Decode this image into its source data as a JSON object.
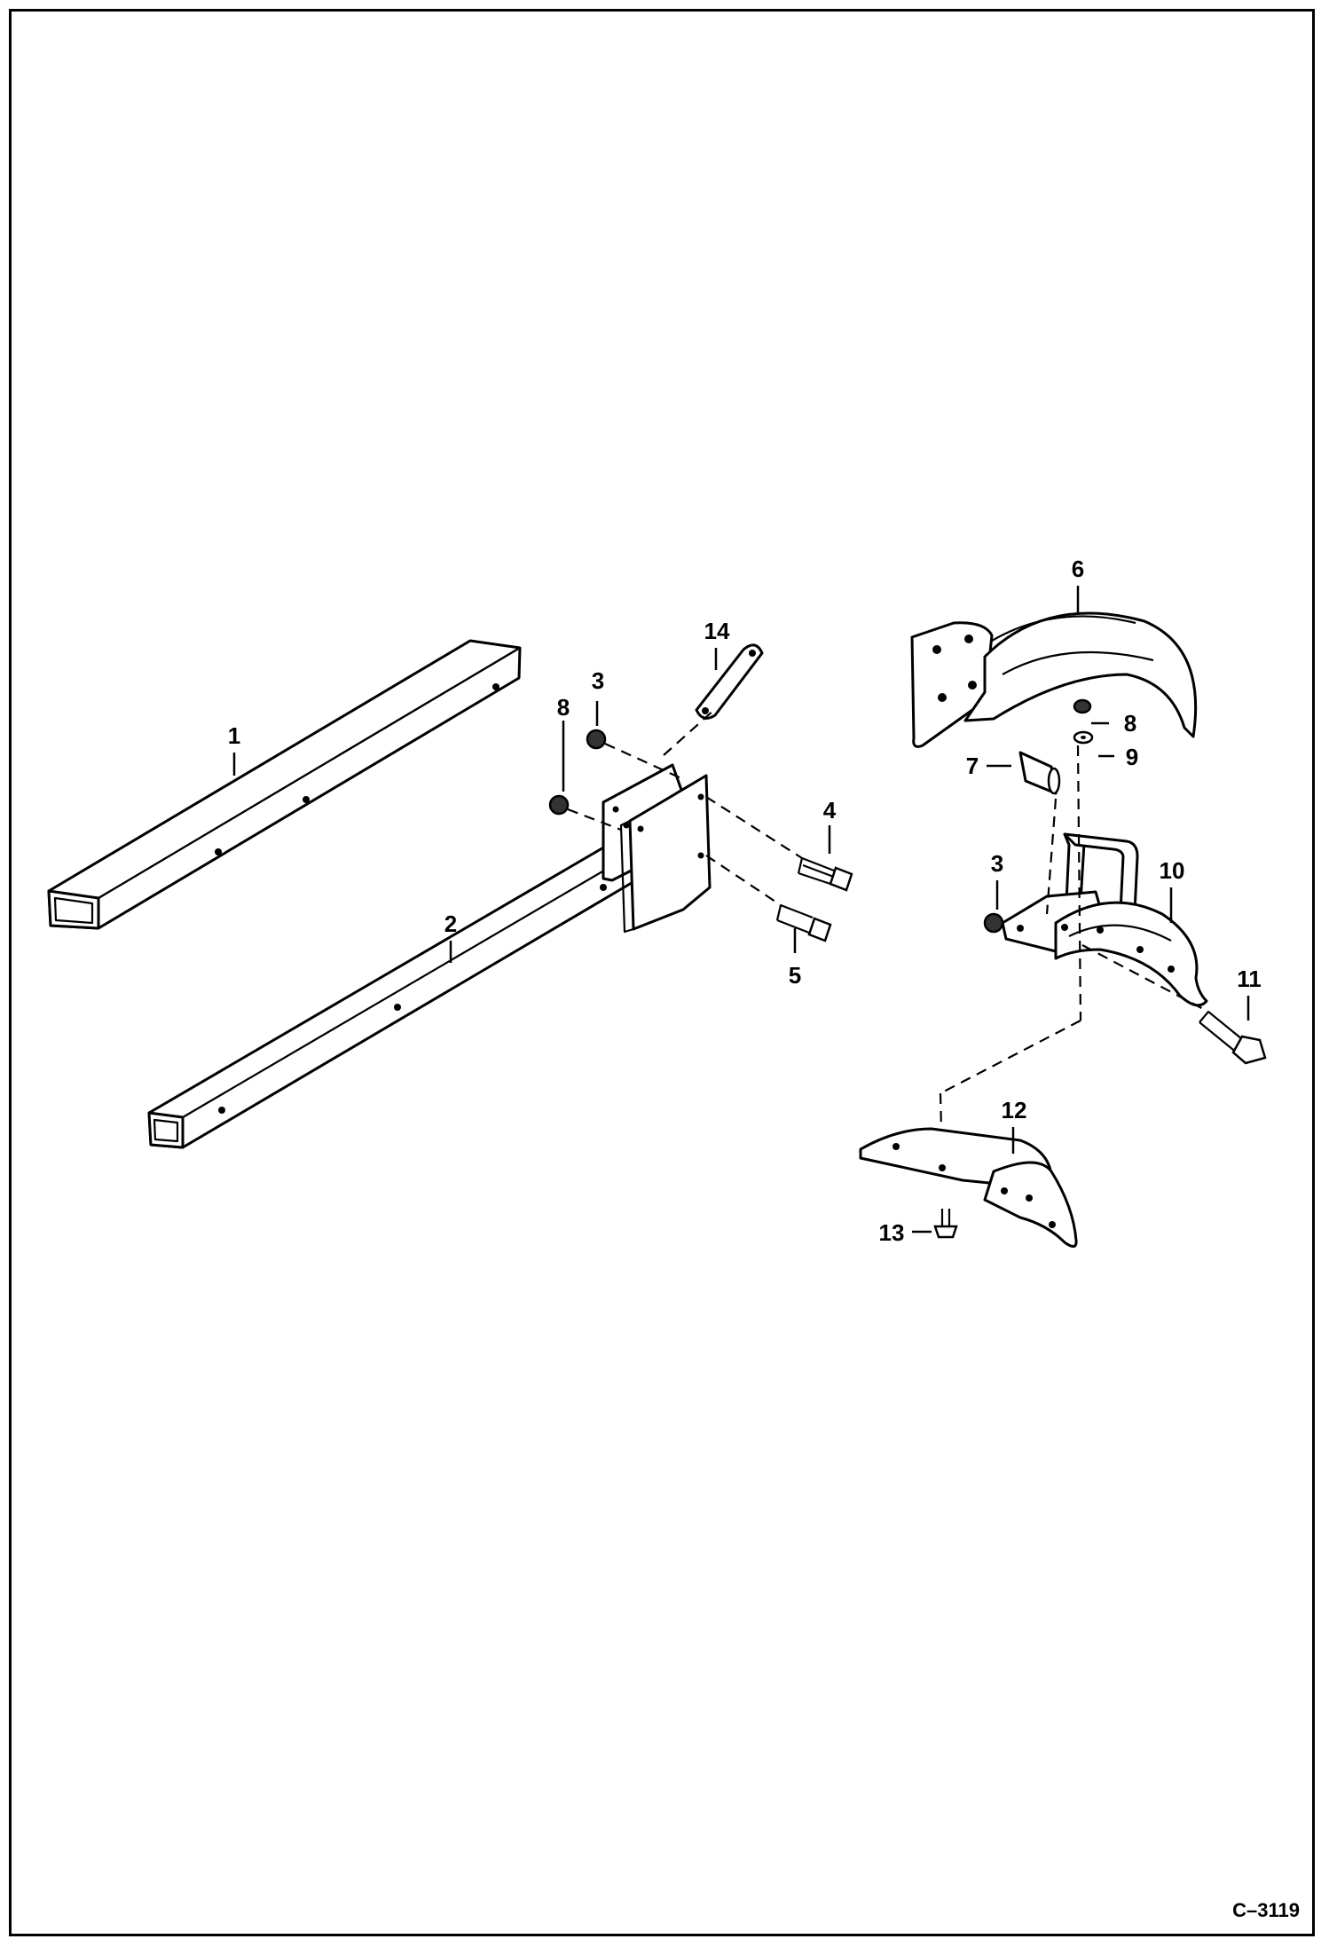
{
  "figure_code": "C–3119",
  "callouts": [
    "1",
    "2",
    "3",
    "4",
    "5",
    "6",
    "7",
    "8",
    "9",
    "10",
    "11",
    "12",
    "13",
    "14"
  ],
  "duplicate_callouts": {
    "three_b": "3",
    "eight_b": "8"
  }
}
